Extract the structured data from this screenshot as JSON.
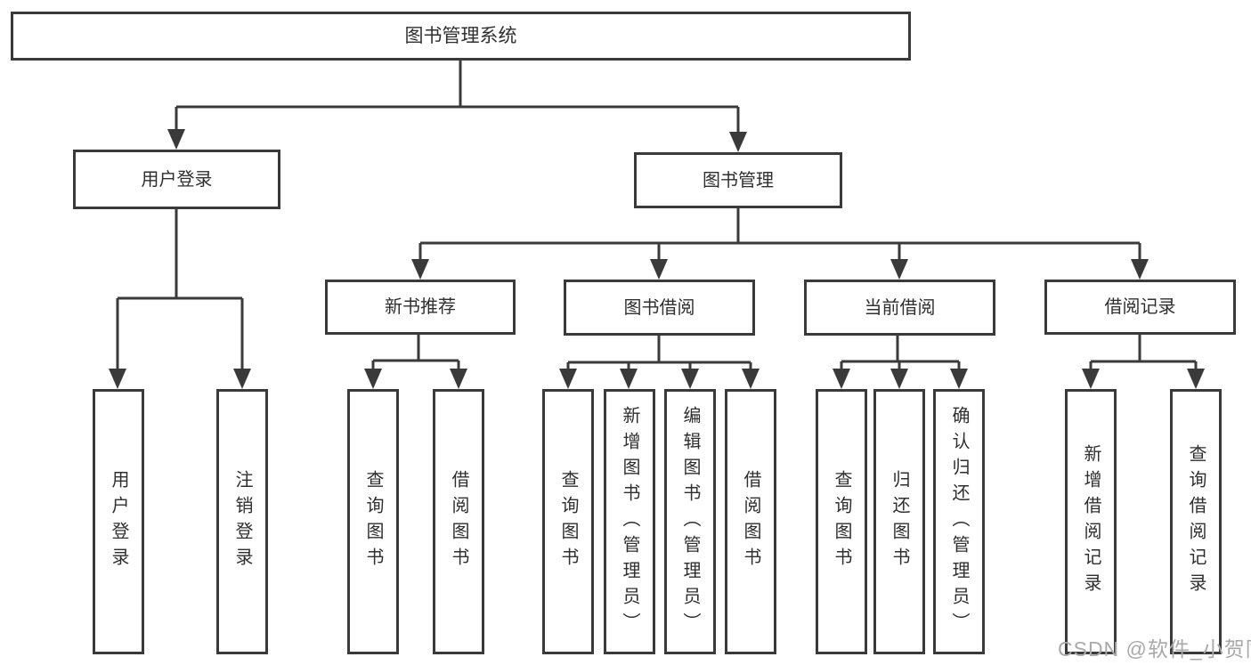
{
  "diagram": {
    "tree": {
      "root": {
        "label": "图书管理系统"
      },
      "user_login": {
        "label": "用户登录",
        "children": [
          "用户登录",
          "注销登录"
        ]
      },
      "book_management": {
        "label": "图书管理",
        "sections": [
          {
            "label": "新书推荐",
            "children": [
              "查询图书",
              "借阅图书"
            ]
          },
          {
            "label": "图书借阅",
            "children": [
              "查询图书",
              "新增图书（管理员）",
              "编辑图书（管理员）",
              "借阅图书"
            ]
          },
          {
            "label": "当前借阅",
            "children": [
              "查询图书",
              "归还图书",
              "确认归还（管理员）"
            ]
          },
          {
            "label": "借阅记录",
            "children": [
              "新增借阅记录",
              "查询借阅记录"
            ]
          }
        ]
      }
    },
    "watermark": "CSDN @软件_小贺同学",
    "colors": {
      "line": "#3a3a3a",
      "box_border": "#3a3a3a",
      "box_fill": "#ffffff",
      "text": "#2f2f2f",
      "watermark_text": "#a9a9a9",
      "background": "#ffffff"
    }
  }
}
